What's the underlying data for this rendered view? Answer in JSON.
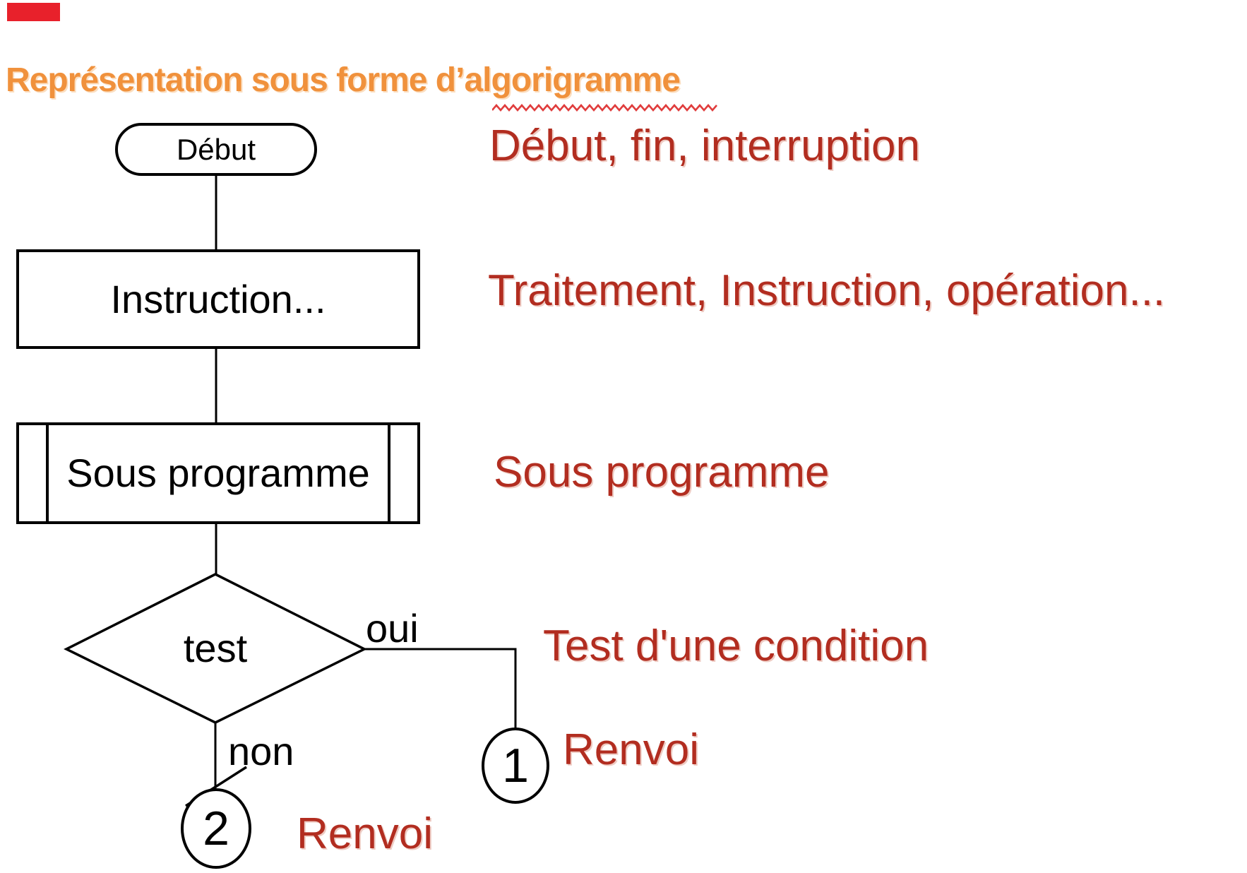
{
  "decor": {
    "red_bar_color": "#e8212b",
    "squiggle_color": "#e03c3c"
  },
  "title": {
    "prefix": "Représentation sous forme d’",
    "misspelled": "algorigramme",
    "color": "#f0913c"
  },
  "flowchart": {
    "line_color": "#000000",
    "nodes": {
      "start": {
        "label": "Début",
        "shape": "stadium"
      },
      "instruction": {
        "label": "Instruction...",
        "shape": "process"
      },
      "subroutine": {
        "label": "Sous programme",
        "shape": "predefined-process"
      },
      "test": {
        "label": "test",
        "shape": "decision"
      },
      "connector1": {
        "label": "1",
        "shape": "circle"
      },
      "connector2": {
        "label": "2",
        "shape": "circle"
      }
    },
    "branch_labels": {
      "yes": "oui",
      "no": "non"
    }
  },
  "annotations": {
    "color": "#b22d20",
    "items": [
      {
        "text": "Début, fin, interruption"
      },
      {
        "text": "Traitement, Instruction, opération..."
      },
      {
        "text": "Sous programme"
      },
      {
        "text": "Test d'une condition"
      },
      {
        "text": "Renvoi"
      },
      {
        "text": "Renvoi"
      }
    ]
  }
}
